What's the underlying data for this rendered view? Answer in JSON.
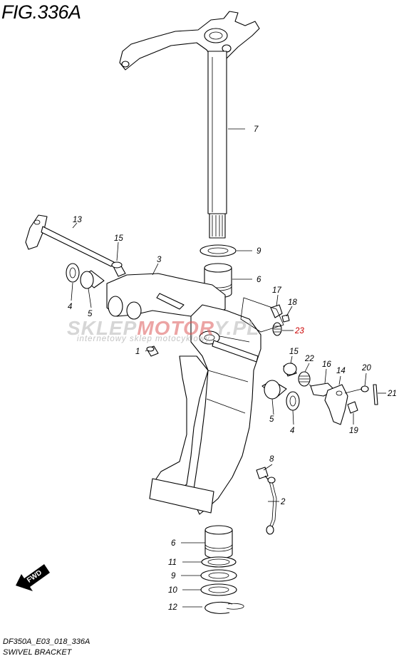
{
  "figure": {
    "title": "FIG.336A",
    "model_code": "DF350A_E03_018_336A",
    "caption": "SWIVEL BRACKET"
  },
  "watermark": {
    "brand_part1": "SKLEP",
    "brand_part2": "MOTOR",
    "brand_part3": "Y.PL",
    "tagline": "internetowy sklep motocyklowy"
  },
  "fwd_label": "FWD",
  "accent_color": "#cc0000",
  "callouts": [
    {
      "id": "c7",
      "text": "7"
    },
    {
      "id": "c13",
      "text": "13"
    },
    {
      "id": "c15a",
      "text": "15"
    },
    {
      "id": "c3",
      "text": "3"
    },
    {
      "id": "c9a",
      "text": "9"
    },
    {
      "id": "c6a",
      "text": "6"
    },
    {
      "id": "c4a",
      "text": "4"
    },
    {
      "id": "c5a",
      "text": "5"
    },
    {
      "id": "c17",
      "text": "17"
    },
    {
      "id": "c18",
      "text": "18"
    },
    {
      "id": "c23",
      "text": "23"
    },
    {
      "id": "c1",
      "text": "1"
    },
    {
      "id": "c15b",
      "text": "15"
    },
    {
      "id": "c22",
      "text": "22"
    },
    {
      "id": "c16",
      "text": "16"
    },
    {
      "id": "c14",
      "text": "14"
    },
    {
      "id": "c20",
      "text": "20"
    },
    {
      "id": "c21",
      "text": "21"
    },
    {
      "id": "c5b",
      "text": "5"
    },
    {
      "id": "c4b",
      "text": "4"
    },
    {
      "id": "c19",
      "text": "19"
    },
    {
      "id": "c8",
      "text": "8"
    },
    {
      "id": "c2",
      "text": "2"
    },
    {
      "id": "c6b",
      "text": "6"
    },
    {
      "id": "c11",
      "text": "11"
    },
    {
      "id": "c9b",
      "text": "9"
    },
    {
      "id": "c10",
      "text": "10"
    },
    {
      "id": "c12",
      "text": "12"
    }
  ]
}
